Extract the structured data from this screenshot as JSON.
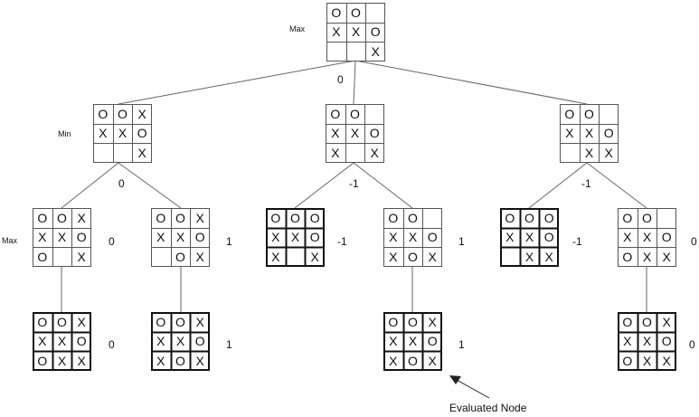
{
  "level_labels": {
    "root": "Max",
    "depth1": "Min",
    "depth2": "Max"
  },
  "caption": "Evaluated Node",
  "nodes": {
    "root": {
      "cells": [
        "O",
        "O",
        "",
        "X",
        "X",
        "O",
        "",
        "",
        "X"
      ],
      "value": "0",
      "terminal": false
    },
    "m1": {
      "cells": [
        "O",
        "O",
        "X",
        "X",
        "X",
        "O",
        "",
        "",
        "X"
      ],
      "value": "0",
      "terminal": false
    },
    "m2": {
      "cells": [
        "O",
        "O",
        "",
        "X",
        "X",
        "O",
        "X",
        "",
        "X"
      ],
      "value": "-1",
      "terminal": false
    },
    "m3": {
      "cells": [
        "O",
        "O",
        "",
        "X",
        "X",
        "O",
        "",
        "X",
        "X"
      ],
      "value": "-1",
      "terminal": false
    },
    "a1": {
      "cells": [
        "O",
        "O",
        "X",
        "X",
        "X",
        "O",
        "O",
        "",
        "X"
      ],
      "value": "0",
      "terminal": false
    },
    "a2": {
      "cells": [
        "O",
        "O",
        "X",
        "X",
        "X",
        "O",
        "",
        "O",
        "X"
      ],
      "value": "1",
      "terminal": false
    },
    "a3": {
      "cells": [
        "O",
        "O",
        "O",
        "X",
        "X",
        "O",
        "X",
        "",
        "X"
      ],
      "value": "-1",
      "terminal": true
    },
    "a4": {
      "cells": [
        "O",
        "O",
        "",
        "X",
        "X",
        "O",
        "X",
        "O",
        "X"
      ],
      "value": "1",
      "terminal": false
    },
    "a5": {
      "cells": [
        "O",
        "O",
        "O",
        "X",
        "X",
        "O",
        "",
        "X",
        "X"
      ],
      "value": "-1",
      "terminal": true
    },
    "a6": {
      "cells": [
        "O",
        "O",
        "",
        "X",
        "X",
        "O",
        "O",
        "X",
        "X"
      ],
      "value": "0",
      "terminal": false
    },
    "l1": {
      "cells": [
        "O",
        "O",
        "X",
        "X",
        "X",
        "O",
        "O",
        "X",
        "X"
      ],
      "value": "0",
      "terminal": true
    },
    "l2": {
      "cells": [
        "O",
        "O",
        "X",
        "X",
        "X",
        "O",
        "X",
        "O",
        "X"
      ],
      "value": "1",
      "terminal": true
    },
    "l4": {
      "cells": [
        "O",
        "O",
        "X",
        "X",
        "X",
        "O",
        "X",
        "O",
        "X"
      ],
      "value": "1",
      "terminal": true
    },
    "l6": {
      "cells": [
        "O",
        "O",
        "X",
        "X",
        "X",
        "O",
        "O",
        "X",
        "X"
      ],
      "value": "0",
      "terminal": true
    }
  }
}
